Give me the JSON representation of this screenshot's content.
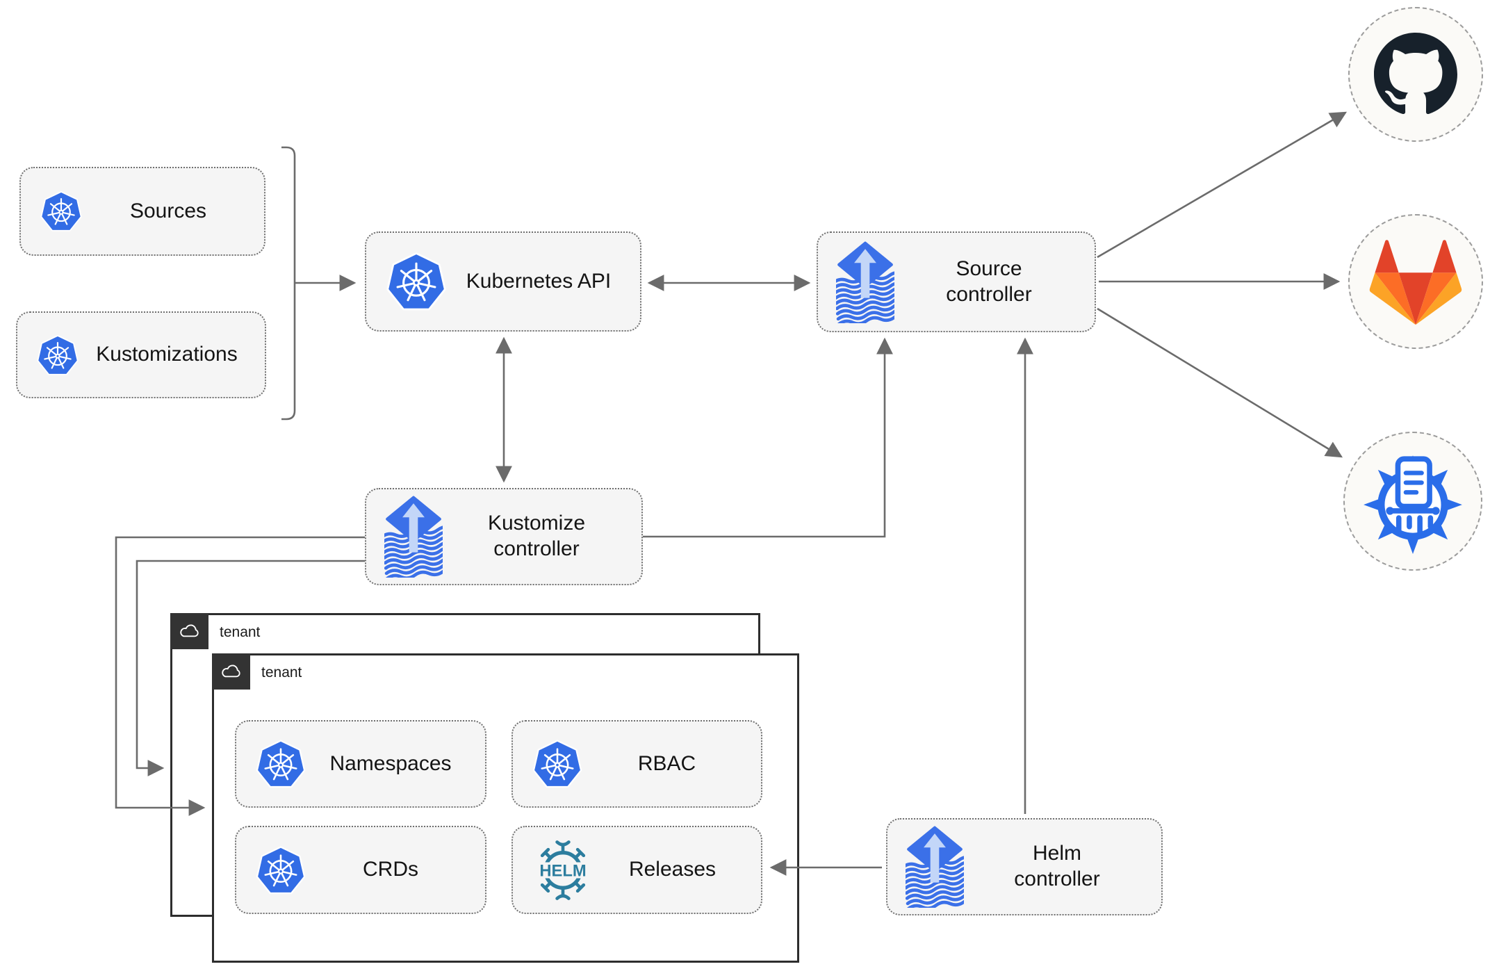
{
  "nodes": {
    "sources": {
      "label": "Sources",
      "icon": "kubernetes-icon"
    },
    "kustomizations": {
      "label": "Kustomizations",
      "icon": "kubernetes-icon"
    },
    "kubernetes_api": {
      "label": "Kubernetes API",
      "icon": "kubernetes-icon"
    },
    "source_controller": {
      "label": "Source controller",
      "icon": "flux-icon"
    },
    "kustomize_controller": {
      "label": "Kustomize controller",
      "icon": "flux-icon"
    },
    "helm_controller": {
      "label": "Helm controller",
      "icon": "flux-icon"
    },
    "namespaces": {
      "label": "Namespaces",
      "icon": "kubernetes-icon"
    },
    "rbac": {
      "label": "RBAC",
      "icon": "kubernetes-icon"
    },
    "crds": {
      "label": "CRDs",
      "icon": "kubernetes-icon"
    },
    "releases": {
      "label": "Releases",
      "icon": "helm-icon"
    }
  },
  "tenants": {
    "back_label": "tenant",
    "front_label": "tenant"
  },
  "externals": {
    "github": {
      "icon": "github-icon"
    },
    "gitlab": {
      "icon": "gitlab-icon"
    },
    "registry": {
      "icon": "chart-registry-icon"
    }
  },
  "icons": {
    "helm_wordmark": "HELM",
    "cloud": "cloud-icon"
  },
  "edges": [
    {
      "from": "sources+kustomizations bracket",
      "to": "kubernetes_api",
      "arrow": "single"
    },
    {
      "from": "kubernetes_api",
      "to": "source_controller",
      "arrow": "double"
    },
    {
      "from": "kubernetes_api",
      "to": "kustomize_controller",
      "arrow": "double"
    },
    {
      "from": "kustomize_controller",
      "to": "source_controller",
      "arrow": "single"
    },
    {
      "from": "helm_controller",
      "to": "source_controller",
      "arrow": "single"
    },
    {
      "from": "kustomize_controller",
      "to": "tenant_front",
      "arrow": "single"
    },
    {
      "from": "kustomize_controller",
      "to": "tenant_back",
      "arrow": "single"
    },
    {
      "from": "helm_controller",
      "to": "releases",
      "arrow": "single"
    },
    {
      "from": "source_controller",
      "to": "github",
      "arrow": "single"
    },
    {
      "from": "source_controller",
      "to": "gitlab",
      "arrow": "single"
    },
    {
      "from": "source_controller",
      "to": "registry",
      "arrow": "single"
    }
  ],
  "colors": {
    "kubernetes_blue": "#326CE5",
    "flux_blue": "#3B70E8",
    "flux_light_arrow": "#C3D6F8",
    "helm_teal": "#2C7D9E",
    "registry_blue": "#2A6DE9",
    "github_dark": "#17212B",
    "gitlab_red": "#E24329",
    "gitlab_orange": "#FC6D26",
    "gitlab_yellow": "#FCA326",
    "node_fill": "#F5F5F5",
    "node_border": "#6F6F6F",
    "arrow_gray": "#6B6B6B",
    "tenant_border": "#2D2D2D",
    "tab_fill": "#333333",
    "circle_fill": "#FBFAF7",
    "circle_border": "#9C9C9C"
  }
}
